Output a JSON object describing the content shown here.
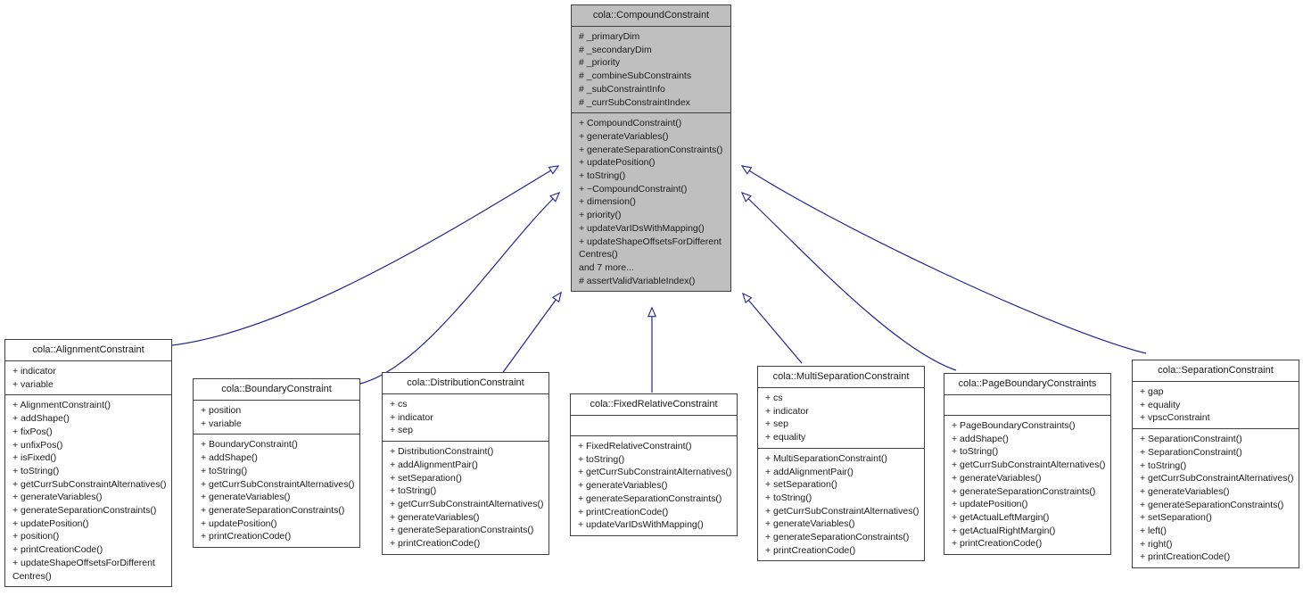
{
  "diagram": {
    "kind": "uml-inheritance-diagram",
    "title": "cola::CompoundConstraint inheritance diagram",
    "edge_color": "#24248f",
    "root_fill": "#bfbfbf",
    "box_fill": "#ffffff",
    "border_color": "#404040",
    "background": "#ffffff",
    "arrow_style": "hollow-triangle-generalization"
  },
  "classes": {
    "compound_constraint": {
      "name": "cola::CompoundConstraint",
      "attributes": [
        "# _primaryDim",
        "# _secondaryDim",
        "# _priority",
        "# _combineSubConstraints",
        "# _subConstraintInfo",
        "# _currSubConstraintIndex"
      ],
      "operations": [
        "+ CompoundConstraint()",
        "+ generateVariables()",
        "+ generateSeparationConstraints()",
        "+ updatePosition()",
        "+ toString()",
        "+ ~CompoundConstraint()",
        "+ dimension()",
        "+ priority()",
        "+ updateVarIDsWithMapping()",
        "+ updateShapeOffsetsForDifferent Centres()",
        "and 7 more...",
        "# assertValidVariableIndex()"
      ]
    },
    "alignment_constraint": {
      "name": "cola::AlignmentConstraint",
      "attributes": [
        "+ indicator",
        "+ variable"
      ],
      "operations": [
        "+ AlignmentConstraint()",
        "+ addShape()",
        "+ fixPos()",
        "+ unfixPos()",
        "+ isFixed()",
        "+ toString()",
        "+ getCurrSubConstraintAlternatives()",
        "+ generateVariables()",
        "+ generateSeparationConstraints()",
        "+ updatePosition()",
        "+ position()",
        "+ printCreationCode()",
        "+ updateShapeOffsetsForDifferent Centres()"
      ]
    },
    "boundary_constraint": {
      "name": "cola::BoundaryConstraint",
      "attributes": [
        "+ position",
        "+ variable"
      ],
      "operations": [
        "+ BoundaryConstraint()",
        "+ addShape()",
        "+ toString()",
        "+ getCurrSubConstraintAlternatives()",
        "+ generateVariables()",
        "+ generateSeparationConstraints()",
        "+ updatePosition()",
        "+ printCreationCode()"
      ]
    },
    "distribution_constraint": {
      "name": "cola::DistributionConstraint",
      "attributes": [
        "+ cs",
        "+ indicator",
        "+ sep"
      ],
      "operations": [
        "+ DistributionConstraint()",
        "+ addAlignmentPair()",
        "+ setSeparation()",
        "+ toString()",
        "+ getCurrSubConstraintAlternatives()",
        "+ generateVariables()",
        "+ generateSeparationConstraints()",
        "+ printCreationCode()"
      ]
    },
    "fixed_relative_constraint": {
      "name": "cola::FixedRelativeConstraint",
      "attributes": [],
      "operations": [
        "+ FixedRelativeConstraint()",
        "+ toString()",
        "+ getCurrSubConstraintAlternatives()",
        "+ generateVariables()",
        "+ generateSeparationConstraints()",
        "+ printCreationCode()",
        "+ updateVarIDsWithMapping()"
      ]
    },
    "multi_separation_constraint": {
      "name": "cola::MultiSeparationConstraint",
      "attributes": [
        "+ cs",
        "+ indicator",
        "+ sep",
        "+ equality"
      ],
      "operations": [
        "+ MultiSeparationConstraint()",
        "+ addAlignmentPair()",
        "+ setSeparation()",
        "+ toString()",
        "+ getCurrSubConstraintAlternatives()",
        "+ generateVariables()",
        "+ generateSeparationConstraints()",
        "+ printCreationCode()"
      ]
    },
    "page_boundary_constraints": {
      "name": "cola::PageBoundaryConstraints",
      "attributes": [],
      "operations": [
        "+ PageBoundaryConstraints()",
        "+ addShape()",
        "+ toString()",
        "+ getCurrSubConstraintAlternatives()",
        "+ generateVariables()",
        "+ generateSeparationConstraints()",
        "+ updatePosition()",
        "+ getActualLeftMargin()",
        "+ getActualRightMargin()",
        "+ printCreationCode()"
      ]
    },
    "separation_constraint": {
      "name": "cola::SeparationConstraint",
      "attributes": [
        "+ gap",
        "+ equality",
        "+ vpscConstraint"
      ],
      "operations": [
        "+ SeparationConstraint()",
        "+ SeparationConstraint()",
        "+ toString()",
        "+ getCurrSubConstraintAlternatives()",
        "+ generateVariables()",
        "+ generateSeparationConstraints()",
        "+ setSeparation()",
        "+ left()",
        "+ right()",
        "+ printCreationCode()"
      ]
    }
  },
  "inheritance": [
    {
      "child": "cola::AlignmentConstraint",
      "parent": "cola::CompoundConstraint"
    },
    {
      "child": "cola::BoundaryConstraint",
      "parent": "cola::CompoundConstraint"
    },
    {
      "child": "cola::DistributionConstraint",
      "parent": "cola::CompoundConstraint"
    },
    {
      "child": "cola::FixedRelativeConstraint",
      "parent": "cola::CompoundConstraint"
    },
    {
      "child": "cola::MultiSeparationConstraint",
      "parent": "cola::CompoundConstraint"
    },
    {
      "child": "cola::PageBoundaryConstraints",
      "parent": "cola::CompoundConstraint"
    },
    {
      "child": "cola::SeparationConstraint",
      "parent": "cola::CompoundConstraint"
    }
  ]
}
